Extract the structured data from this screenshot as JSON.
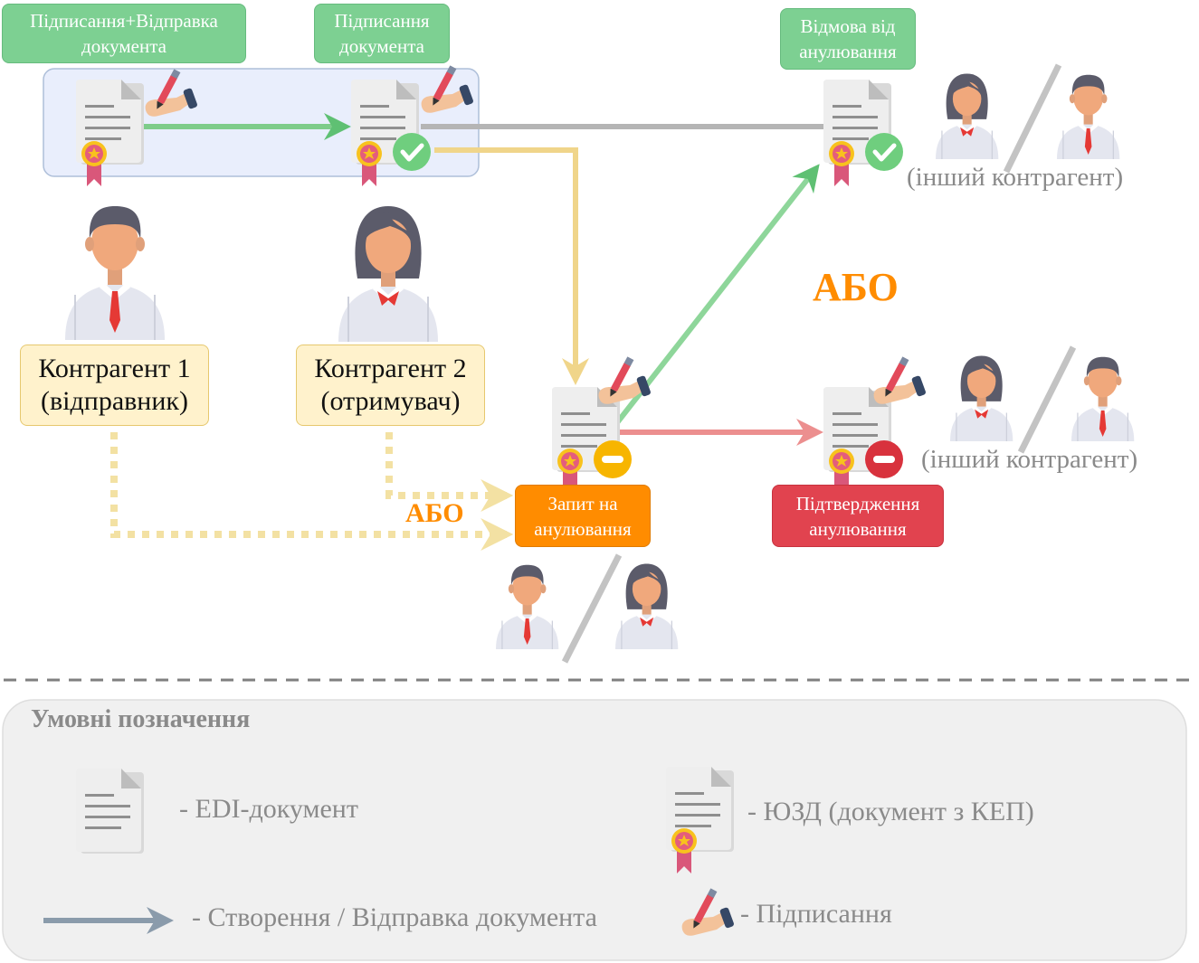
{
  "labels": {
    "sign_send": "Підписання+Відправка документа",
    "sign_doc": "Підписання документа",
    "refuse_cancel": "Відмова від анулювання",
    "request_cancel": "Запит на анулювання",
    "confirm_cancel": "Підтвердження анулювання"
  },
  "parties": {
    "party1_name": "Контрагент 1",
    "party1_role": "(відправник)",
    "party2_name": "Контрагент 2",
    "party2_role": "(отримувач)"
  },
  "notes": {
    "other_party_top": "(інший контрагент)",
    "other_party_bottom": "(інший контрагент)",
    "or_big": "АБО",
    "or_small": "АБО"
  },
  "legend": {
    "title": "Умовні позначення",
    "edi_doc": "-  EDI-документ",
    "signed_doc": "-  ЮЗД (документ з КЕП)",
    "create_send": "-  Створення / Відправка документа",
    "signing": "-  Підписання"
  },
  "colors": {
    "arrow_green": "#7ecc8a",
    "arrow_grey": "#b5b5b5",
    "arrow_yellow": "#f0d58a",
    "arrow_red": "#ec8f8f",
    "accent_orange": "#ff8c00",
    "check_green": "#6fce7e",
    "minus_yellow": "#f7b500",
    "minus_red": "#d8323d",
    "group_fill": "#e9eefc",
    "legend_fill": "#f0f0f0"
  }
}
